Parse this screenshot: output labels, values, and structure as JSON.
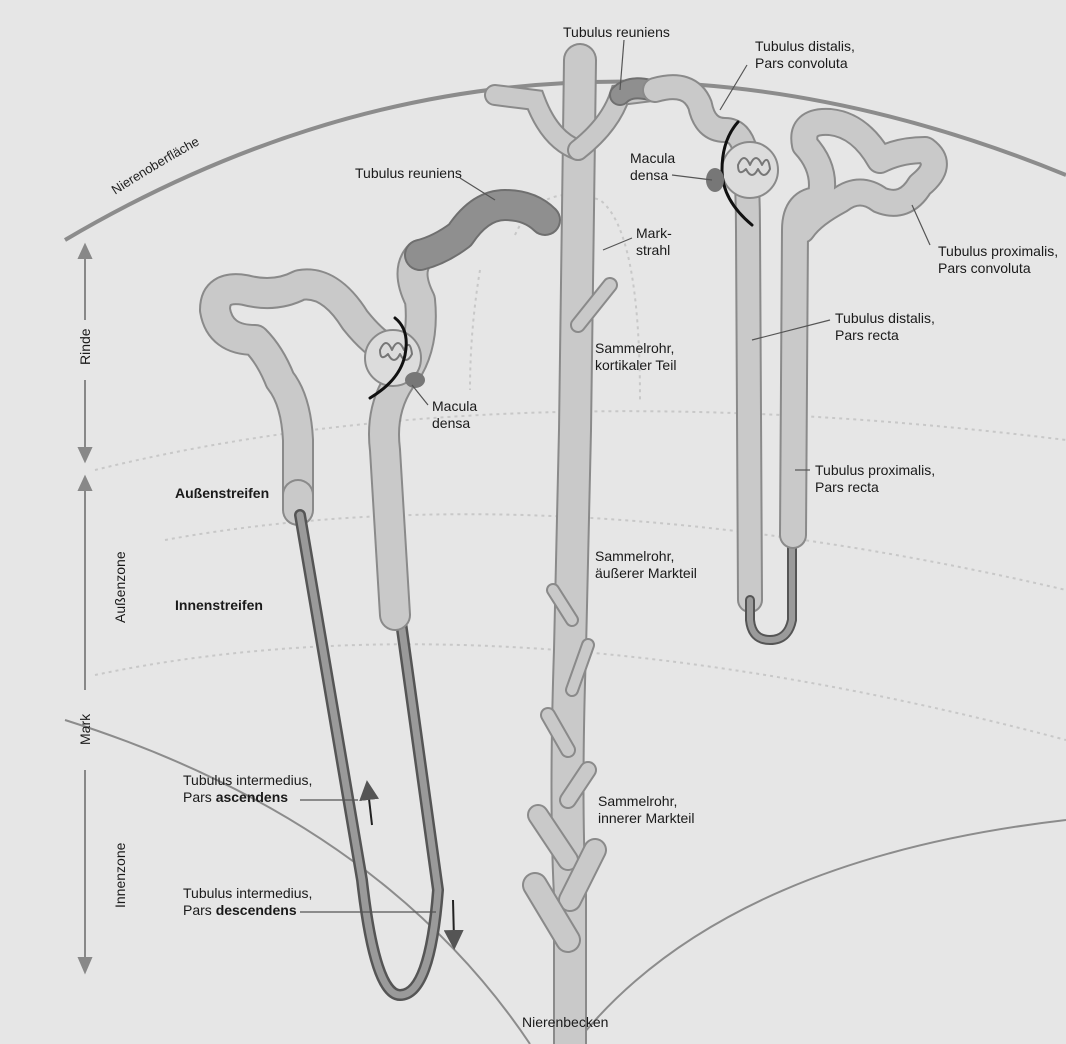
{
  "surface_label": "Nierenoberfläche",
  "pelvis_label": "Nierenbecken",
  "zones": {
    "rinde": "Rinde",
    "mark": "Mark",
    "aussenzone": "Außenzone",
    "innenzone": "Innenzone",
    "aussenstreifen": "Außenstreifen",
    "innenstreifen": "Innenstreifen"
  },
  "labels": {
    "tubulus_reuniens_top": "Tubulus reuniens",
    "tubulus_reuniens_left": "Tubulus reuniens",
    "distalis_convoluta_1": "Tubulus distalis,",
    "distalis_convoluta_2": "Pars convoluta",
    "macula_densa_right_1": "Macula",
    "macula_densa_right_2": "densa",
    "macula_densa_left_1": "Macula",
    "macula_densa_left_2": "densa",
    "markstrahl_1": "Mark-",
    "markstrahl_2": "strahl",
    "proximalis_convoluta_1": "Tubulus proximalis,",
    "proximalis_convoluta_2": "Pars convoluta",
    "distalis_recta_1": "Tubulus distalis,",
    "distalis_recta_2": "Pars recta",
    "sammel_kortikal_1": "Sammelrohr,",
    "sammel_kortikal_2": "kortikaler Teil",
    "proximalis_recta_1": "Tubulus proximalis,",
    "proximalis_recta_2": "Pars recta",
    "sammel_aeusserer_1": "Sammelrohr,",
    "sammel_aeusserer_2": "äußerer Markteil",
    "sammel_innerer_1": "Sammelrohr,",
    "sammel_innerer_2": "innerer Markteil",
    "intermedius_asc_1": "Tubulus intermedius,",
    "intermedius_asc_2a": "Pars ",
    "intermedius_asc_2b": "ascendens",
    "intermedius_desc_1": "Tubulus intermedius,",
    "intermedius_desc_2a": "Pars ",
    "intermedius_desc_2b": "descendens"
  },
  "colors": {
    "background": "#e6e6e6",
    "tubule_fill": "#c9c9c9",
    "tubule_stroke": "#8a8a8a",
    "reuniens_fill": "#8f8f8f",
    "macula": "#777777",
    "thin_segment": "#6e6e6e",
    "arc": "#8c8c8c"
  },
  "icons": {
    "up_arrow": "arrow-up-icon",
    "down_arrow": "arrow-down-icon"
  }
}
